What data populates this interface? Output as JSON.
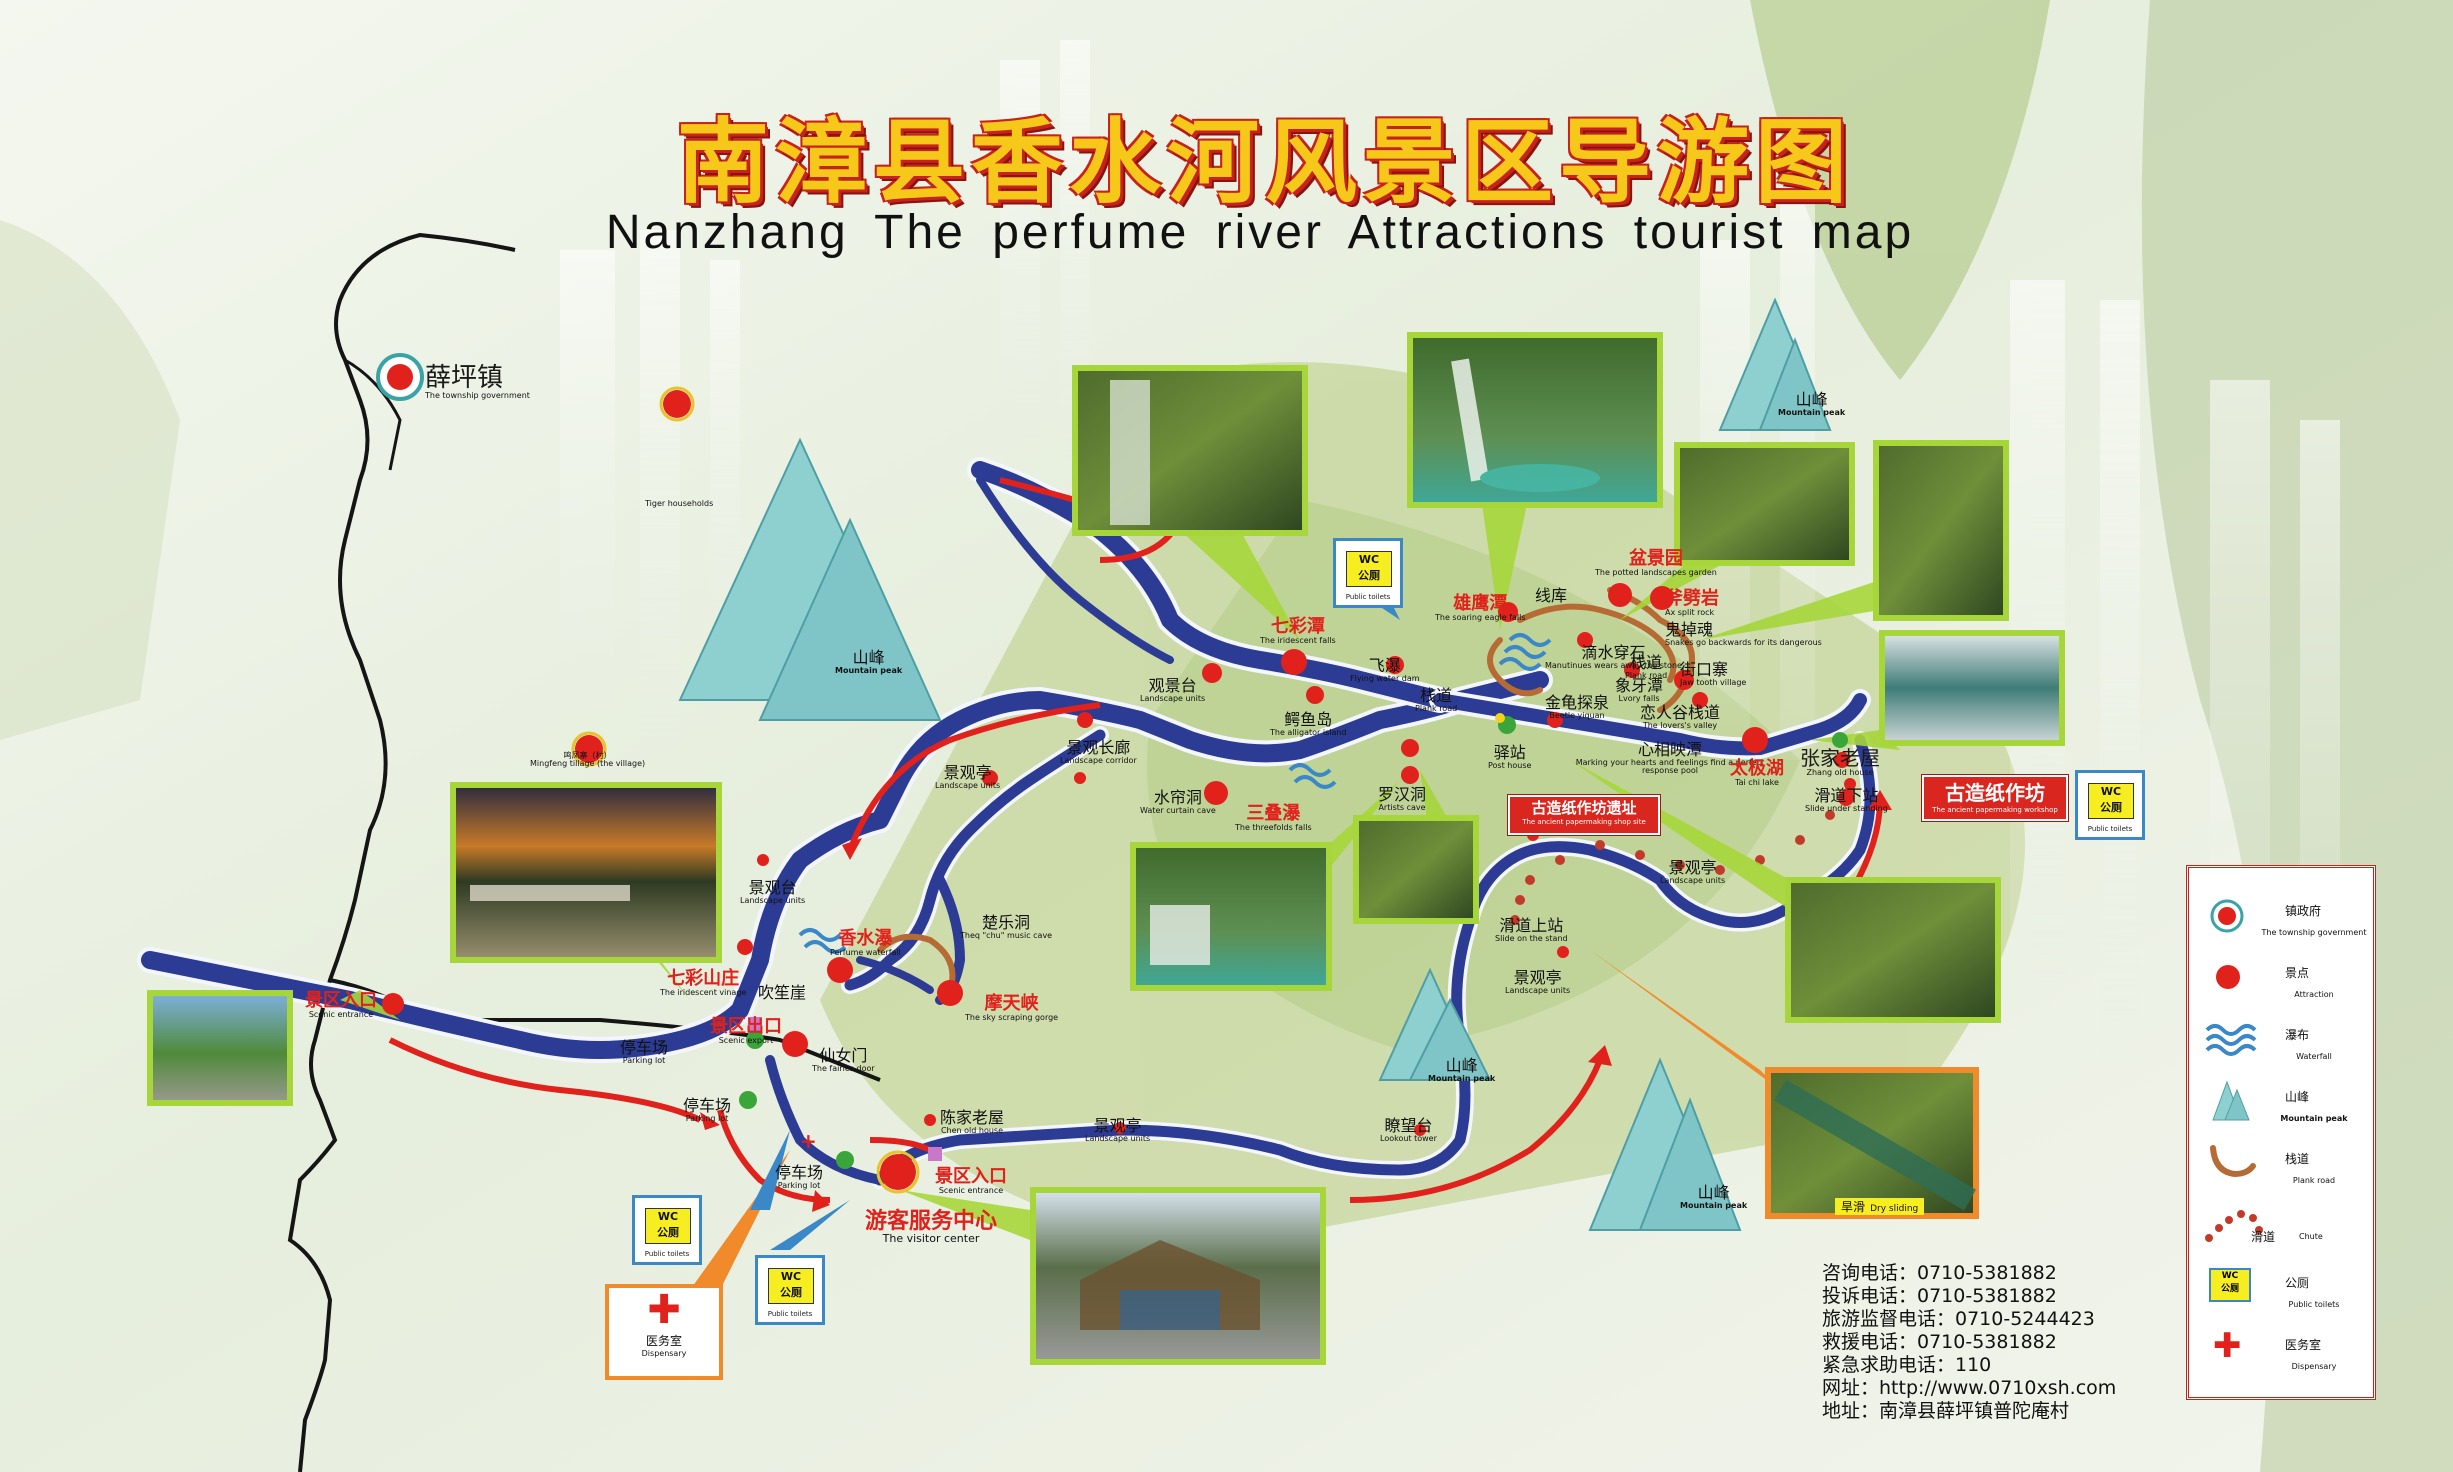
{
  "title": {
    "cn": "南漳县香水河风景区导游图",
    "en": "Nanzhang The  perfume  river  Attractions  tourist  map"
  },
  "colors": {
    "route": "#2c3c94",
    "route_edge": "#f4f6ff",
    "river_fill": "#3a4ea8",
    "attraction": "#e1221c",
    "mountain": "#8ecfcf",
    "mountain_dark": "#4e9fa5",
    "photo_frame": "#a6d63a",
    "wc_border": "#3a88c8",
    "toilet_fill": "#f7ee22",
    "dispensary_frame": "#f08a2a",
    "factory_label": "#d9261f",
    "red_arrow": "#e1221c"
  },
  "township": {
    "cn": "薛坪镇",
    "en": "The township government"
  },
  "villages": [
    {
      "cn": "",
      "en": "Tiger households"
    },
    {
      "cn": "鸣凤寨（村）",
      "en": "Mingfeng tillage (the village)"
    }
  ],
  "attractions": [
    {
      "cn": "七彩潭",
      "en": "The iridescent falls",
      "red": true
    },
    {
      "cn": "观景台",
      "en": "Landscape units"
    },
    {
      "cn": "鳄鱼岛",
      "en": "The alligator island"
    },
    {
      "cn": "飞瀑",
      "en": "Flying water dam"
    },
    {
      "cn": "栈道",
      "en": "Plank road"
    },
    {
      "cn": "雄鹰潭",
      "en": "The soaring eagle falls",
      "red": true
    },
    {
      "cn": "线库",
      "en": ""
    },
    {
      "cn": "盆景园",
      "en": "The potted landscapes garden",
      "red": true
    },
    {
      "cn": "斧劈岩",
      "en": "Ax split rock",
      "red": true
    },
    {
      "cn": "鬼掉魂",
      "en": "Snakes go backwards for its dangerous"
    },
    {
      "cn": "滴水穿石",
      "en": "Manutinues wears away the stone"
    },
    {
      "cn": "栈道",
      "en": "Plank road"
    },
    {
      "cn": "街口寨",
      "en": "Jaw tooth village"
    },
    {
      "cn": "象牙潭",
      "en": "Lvory falls"
    },
    {
      "cn": "金龟探泉",
      "en": "Beetle yiquan"
    },
    {
      "cn": "驿站",
      "en": "Post house"
    },
    {
      "cn": "恋人谷栈道",
      "en": "The lovers's valley"
    },
    {
      "cn": "心相映潭",
      "en": "Marking your hearts and feelings find a perfect response pool"
    },
    {
      "cn": "太极湖",
      "en": "Tai chi lake",
      "red": true
    },
    {
      "cn": "张家老屋",
      "en": "Zhang old house"
    },
    {
      "cn": "滑道下站",
      "en": "Slide under standing"
    },
    {
      "cn": "景观长廊",
      "en": "Landscape corridor"
    },
    {
      "cn": "景观亭",
      "en": "Landscape units"
    },
    {
      "cn": "水帘洞",
      "en": "Water curtain cave"
    },
    {
      "cn": "三叠瀑",
      "en": "The threefolds falls",
      "red": true
    },
    {
      "cn": "罗汉洞",
      "en": "Artists cave"
    },
    {
      "cn": "景观台",
      "en": "Landscape units"
    },
    {
      "cn": "香水瀑",
      "en": "Perfume waterfall",
      "red": true
    },
    {
      "cn": "楚乐洞",
      "en": "Theq \"chu\" music cave"
    },
    {
      "cn": "摩天峡",
      "en": "The sky scraping gorge",
      "red": true
    },
    {
      "cn": "七彩山庄",
      "en": "The iridescent vinage",
      "red": true
    },
    {
      "cn": "吹笙崖",
      "en": ""
    },
    {
      "cn": "景区出口",
      "en": "Scenic export",
      "red": true
    },
    {
      "cn": "仙女门",
      "en": "The fairies door"
    },
    {
      "cn": "景区入口",
      "en": "Scenic entrance",
      "red": true
    },
    {
      "cn": "停车场",
      "en": "Parking lot"
    },
    {
      "cn": "停车场",
      "en": "Parking lot"
    },
    {
      "cn": "停车场",
      "en": "Parking lot"
    },
    {
      "cn": "陈家老屋",
      "en": "Chen old house"
    },
    {
      "cn": "景观亭",
      "en": "Landscape units"
    },
    {
      "cn": "景区入口",
      "en": "Scenic entrance",
      "red": true
    },
    {
      "cn": "瞭望台",
      "en": "Lookout tower"
    },
    {
      "cn": "景观亭",
      "en": "Landscape units"
    },
    {
      "cn": "滑道上站",
      "en": "Slide on the stand"
    },
    {
      "cn": "景观亭",
      "en": "Landscape units"
    }
  ],
  "visitor_center": {
    "cn": "游客服务中心",
    "en": "The visitor center"
  },
  "peaks": [
    {
      "cn": "山峰",
      "en": "Mountain peak"
    },
    {
      "cn": "山峰",
      "en": "Mountain peak"
    },
    {
      "cn": "山峰",
      "en": "Mountain peak"
    },
    {
      "cn": "山峰",
      "en": "Mountain peak"
    }
  ],
  "factory_labels": [
    {
      "cn": "古造纸作坊遗址",
      "en": "The ancient papermaking shop site"
    },
    {
      "cn": "古造纸作坊",
      "en": "The ancient papermaking workshop"
    }
  ],
  "wc": {
    "label": "WC",
    "cn": "公厕",
    "en": "Public toilets"
  },
  "dispensary": {
    "cn": "医务室",
    "en": "Dispensary"
  },
  "dry_sliding": {
    "cn": "旱滑",
    "en": "Dry sliding"
  },
  "contacts": [
    "咨询电话：0710-5381882",
    "投诉电话：0710-5381882",
    "旅游监督电话：0710-5244423",
    "救援电话：0710-5381882",
    "紧急求助电话：110",
    "网址：http://www.0710xsh.com",
    "地址：南漳县薛坪镇普陀庵村"
  ],
  "legend": [
    {
      "icon": "township-icon",
      "cn": "镇政府",
      "en": "The township government"
    },
    {
      "icon": "attraction-dot-icon",
      "cn": "景点",
      "en": "Attraction"
    },
    {
      "icon": "waterfall-icon",
      "cn": "瀑布",
      "en": "Waterfall"
    },
    {
      "icon": "mountain-icon",
      "cn": "山峰",
      "en": "Mountain peak"
    },
    {
      "icon": "plank-road-icon",
      "cn": "栈道",
      "en": "Plank road"
    },
    {
      "icon": "chute-icon",
      "cn": "滑道",
      "en": "Chute"
    },
    {
      "icon": "toilet-icon",
      "cn": "公厕",
      "en": "Public toilets"
    },
    {
      "icon": "dispensary-icon",
      "cn": "医务室",
      "en": "Dispensary"
    }
  ]
}
